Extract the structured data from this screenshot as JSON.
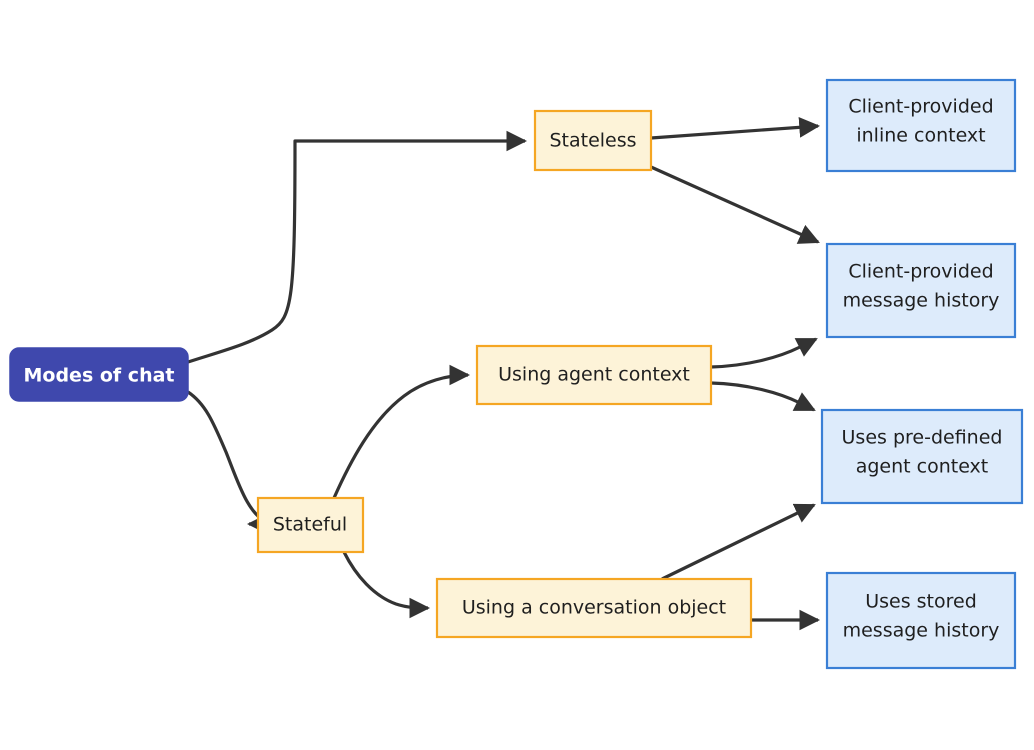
{
  "diagram": {
    "title": "Modes of chat",
    "type": "flowchart",
    "direction": "left-to-right",
    "colors": {
      "root_fill": "#3f48ad",
      "root_text": "#ffffff",
      "branch_fill": "#fdf3d8",
      "branch_stroke": "#f5a623",
      "leaf_fill": "#ddebfb",
      "leaf_stroke": "#3a7fd5",
      "edge_stroke": "#333333",
      "text": "#1f1f1f"
    },
    "nodes": [
      {
        "id": "root",
        "label": "Modes of chat",
        "kind": "root"
      },
      {
        "id": "stateless",
        "label": "Stateless",
        "kind": "branch"
      },
      {
        "id": "stateful",
        "label": "Stateful",
        "kind": "branch"
      },
      {
        "id": "agentctx",
        "label": "Using agent context",
        "kind": "branch"
      },
      {
        "id": "convobj",
        "label": "Using a conversation object",
        "kind": "branch"
      },
      {
        "id": "inline",
        "label_line1": "Client-provided",
        "label_line2": "inline context",
        "kind": "leaf"
      },
      {
        "id": "history",
        "label_line1": "Client-provided",
        "label_line2": "message history",
        "kind": "leaf"
      },
      {
        "id": "predef",
        "label_line1": "Uses pre-defined",
        "label_line2": "agent context",
        "kind": "leaf"
      },
      {
        "id": "stored",
        "label_line1": "Uses stored",
        "label_line2": "message history",
        "kind": "leaf"
      }
    ],
    "edges": [
      {
        "from": "root",
        "to": "stateless"
      },
      {
        "from": "root",
        "to": "stateful"
      },
      {
        "from": "stateless",
        "to": "inline"
      },
      {
        "from": "stateless",
        "to": "history"
      },
      {
        "from": "stateful",
        "to": "agentctx"
      },
      {
        "from": "stateful",
        "to": "convobj"
      },
      {
        "from": "agentctx",
        "to": "history"
      },
      {
        "from": "agentctx",
        "to": "predef"
      },
      {
        "from": "convobj",
        "to": "predef"
      },
      {
        "from": "convobj",
        "to": "stored"
      }
    ]
  }
}
